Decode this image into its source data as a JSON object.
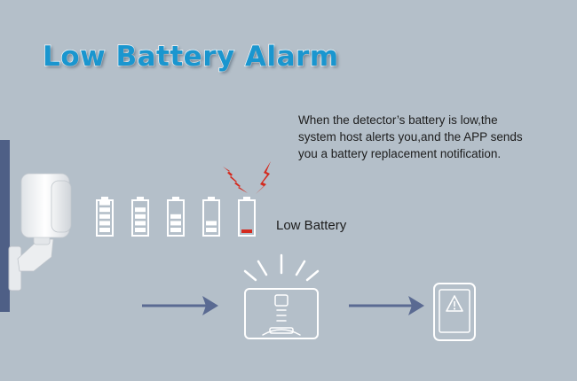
{
  "title": "Low Battery Alarm",
  "description_lines": [
    "When the detector’s battery is low,the",
    "system host alerts you,and the APP sends",
    "you a battery replacement notification."
  ],
  "low_battery_label": "Low Battery",
  "battery_levels": [
    1.0,
    0.8,
    0.6,
    0.4,
    0.2
  ],
  "icons": [
    "pir-detector-icon",
    "battery-icon",
    "lightning-icon",
    "arrow-right-icon",
    "alarm-host-icon",
    "phone-warning-icon"
  ],
  "colors": {
    "background": "#b4bfc9",
    "title": "#1a96cf",
    "low_battery_fill": "#d42a1e",
    "lightning": "#d42a1e",
    "arrow": "#5a6a92",
    "wall": "#4e5f86"
  }
}
